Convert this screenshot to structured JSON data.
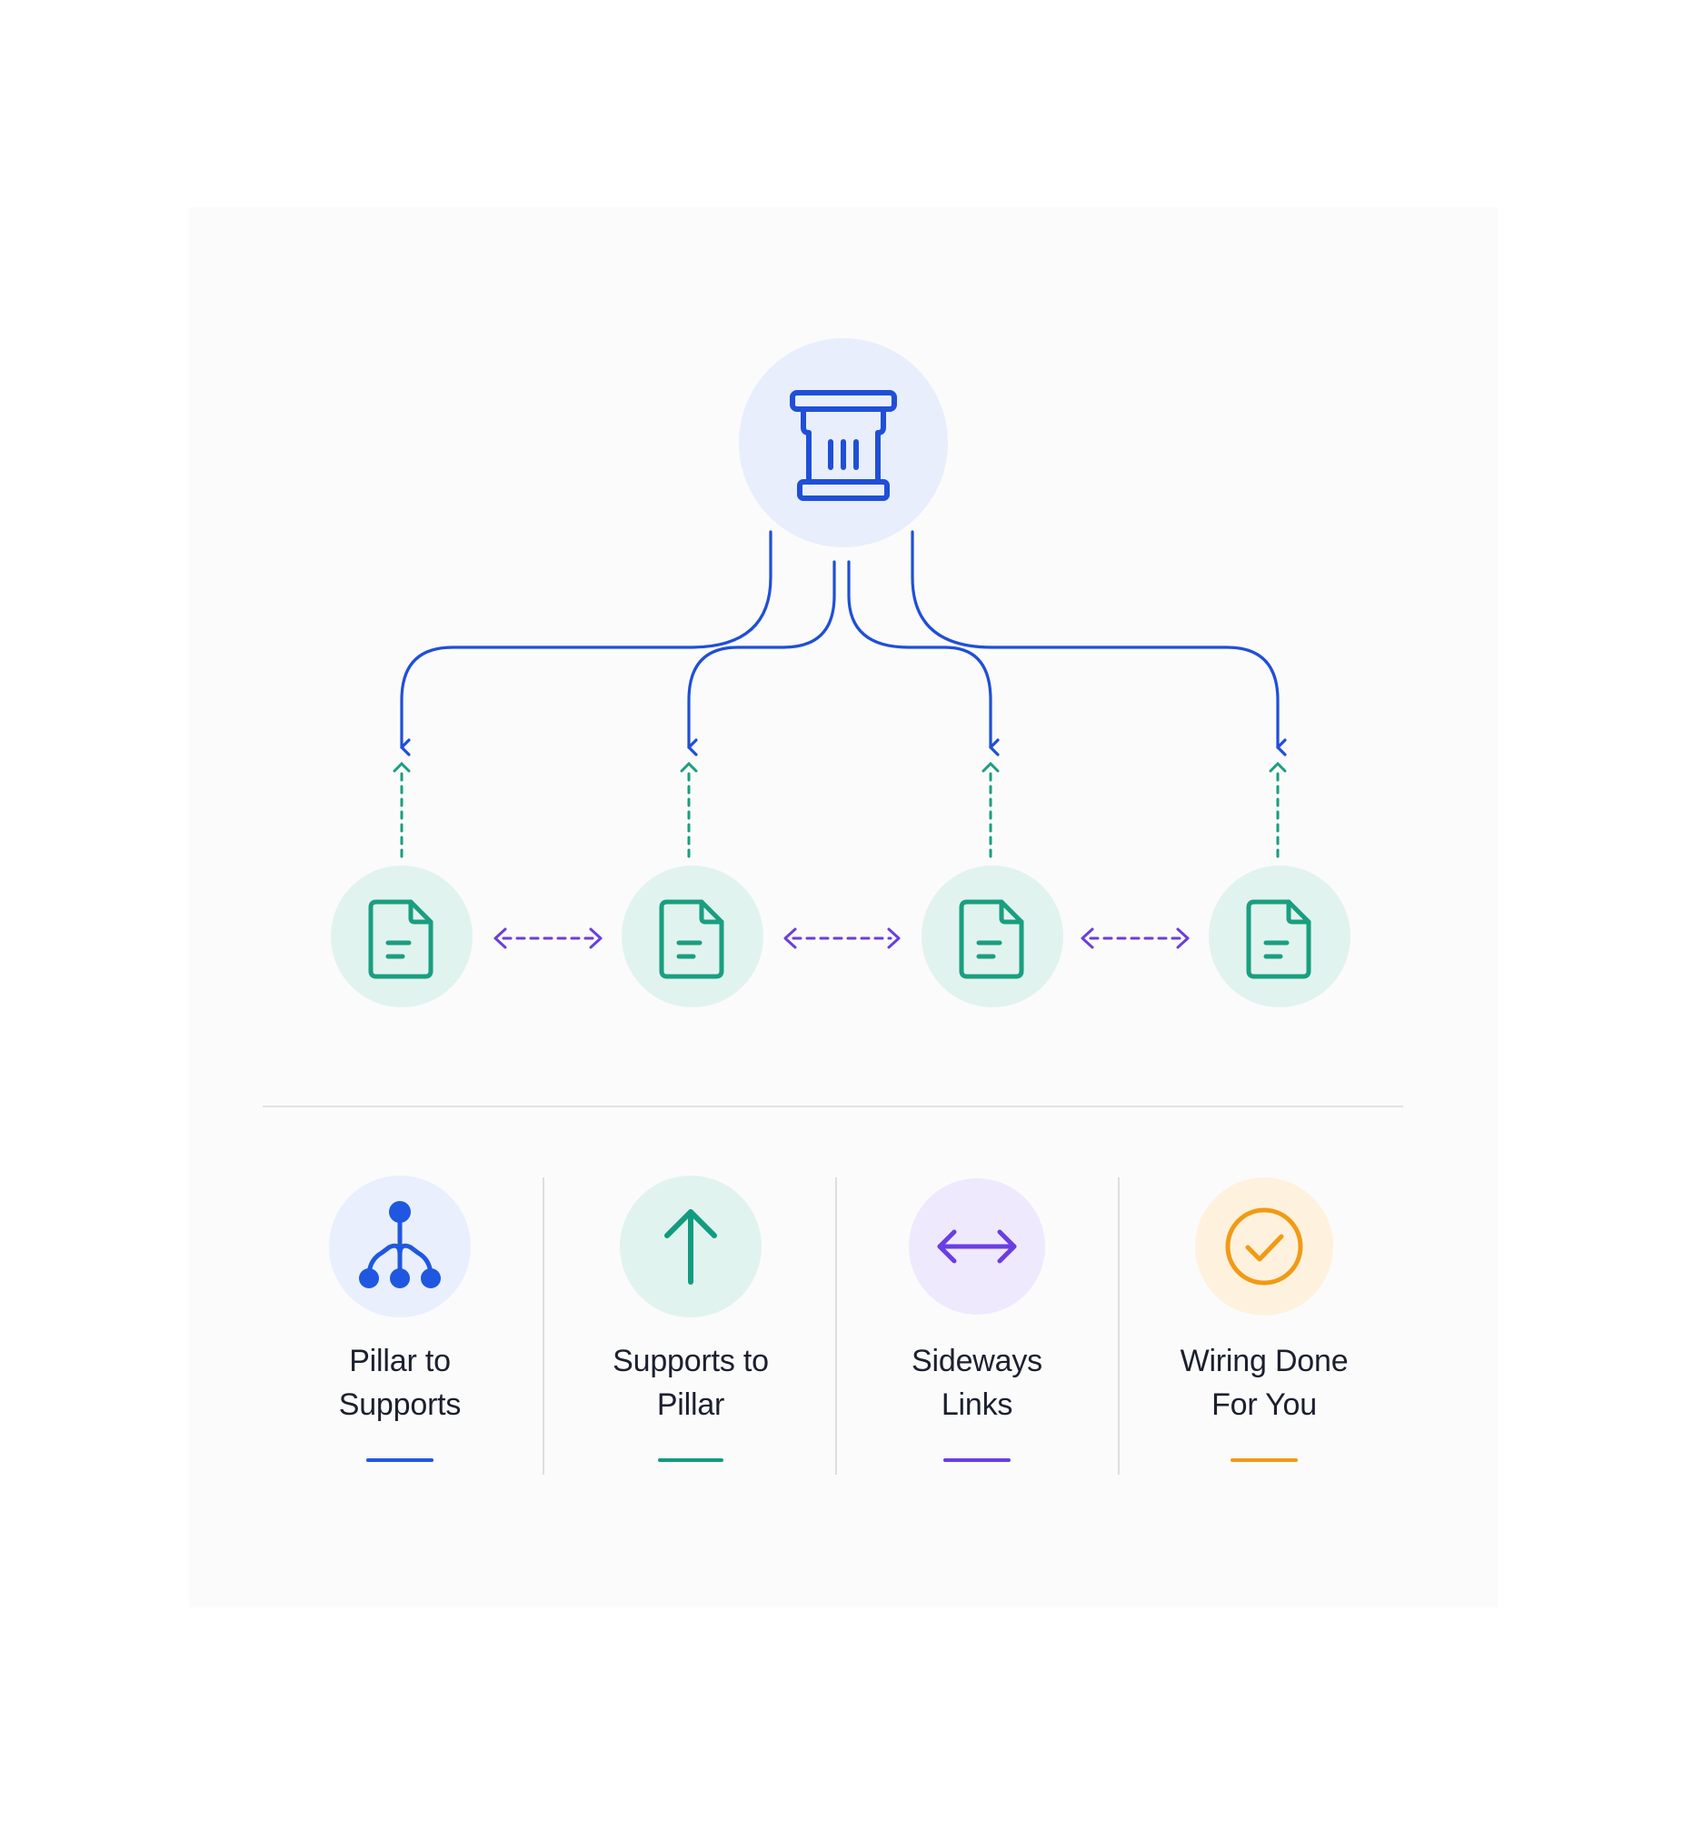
{
  "nodes": {
    "pillar": {
      "icon": "pillar-column-icon"
    },
    "supports": [
      {
        "icon": "document-icon"
      },
      {
        "icon": "document-icon"
      },
      {
        "icon": "document-icon"
      },
      {
        "icon": "document-icon"
      }
    ]
  },
  "legend": [
    {
      "icon": "hierarchy-icon",
      "line1": "Pillar to",
      "line2": "Supports",
      "color": "#1f57e0",
      "bg": "#e9effd"
    },
    {
      "icon": "arrow-up-icon",
      "line1": "Supports to",
      "line2": "Pillar",
      "color": "#119b7f",
      "bg": "#e1f3ee"
    },
    {
      "icon": "double-arrow-icon",
      "line1": "Sideways",
      "line2": "Links",
      "color": "#6a3ee0",
      "bg": "#efe9fd"
    },
    {
      "icon": "check-circle-icon",
      "line1": "Wiring Done",
      "line2": "For You",
      "color": "#f29a14",
      "bg": "#fef2df"
    }
  ],
  "colors": {
    "pillar_link": "#1f4fd8",
    "support_link": "#1a9e80",
    "sideways_link": "#6a3ee0",
    "pillar_bg": "#e8eefc",
    "support_bg": "#e1f3ee"
  }
}
